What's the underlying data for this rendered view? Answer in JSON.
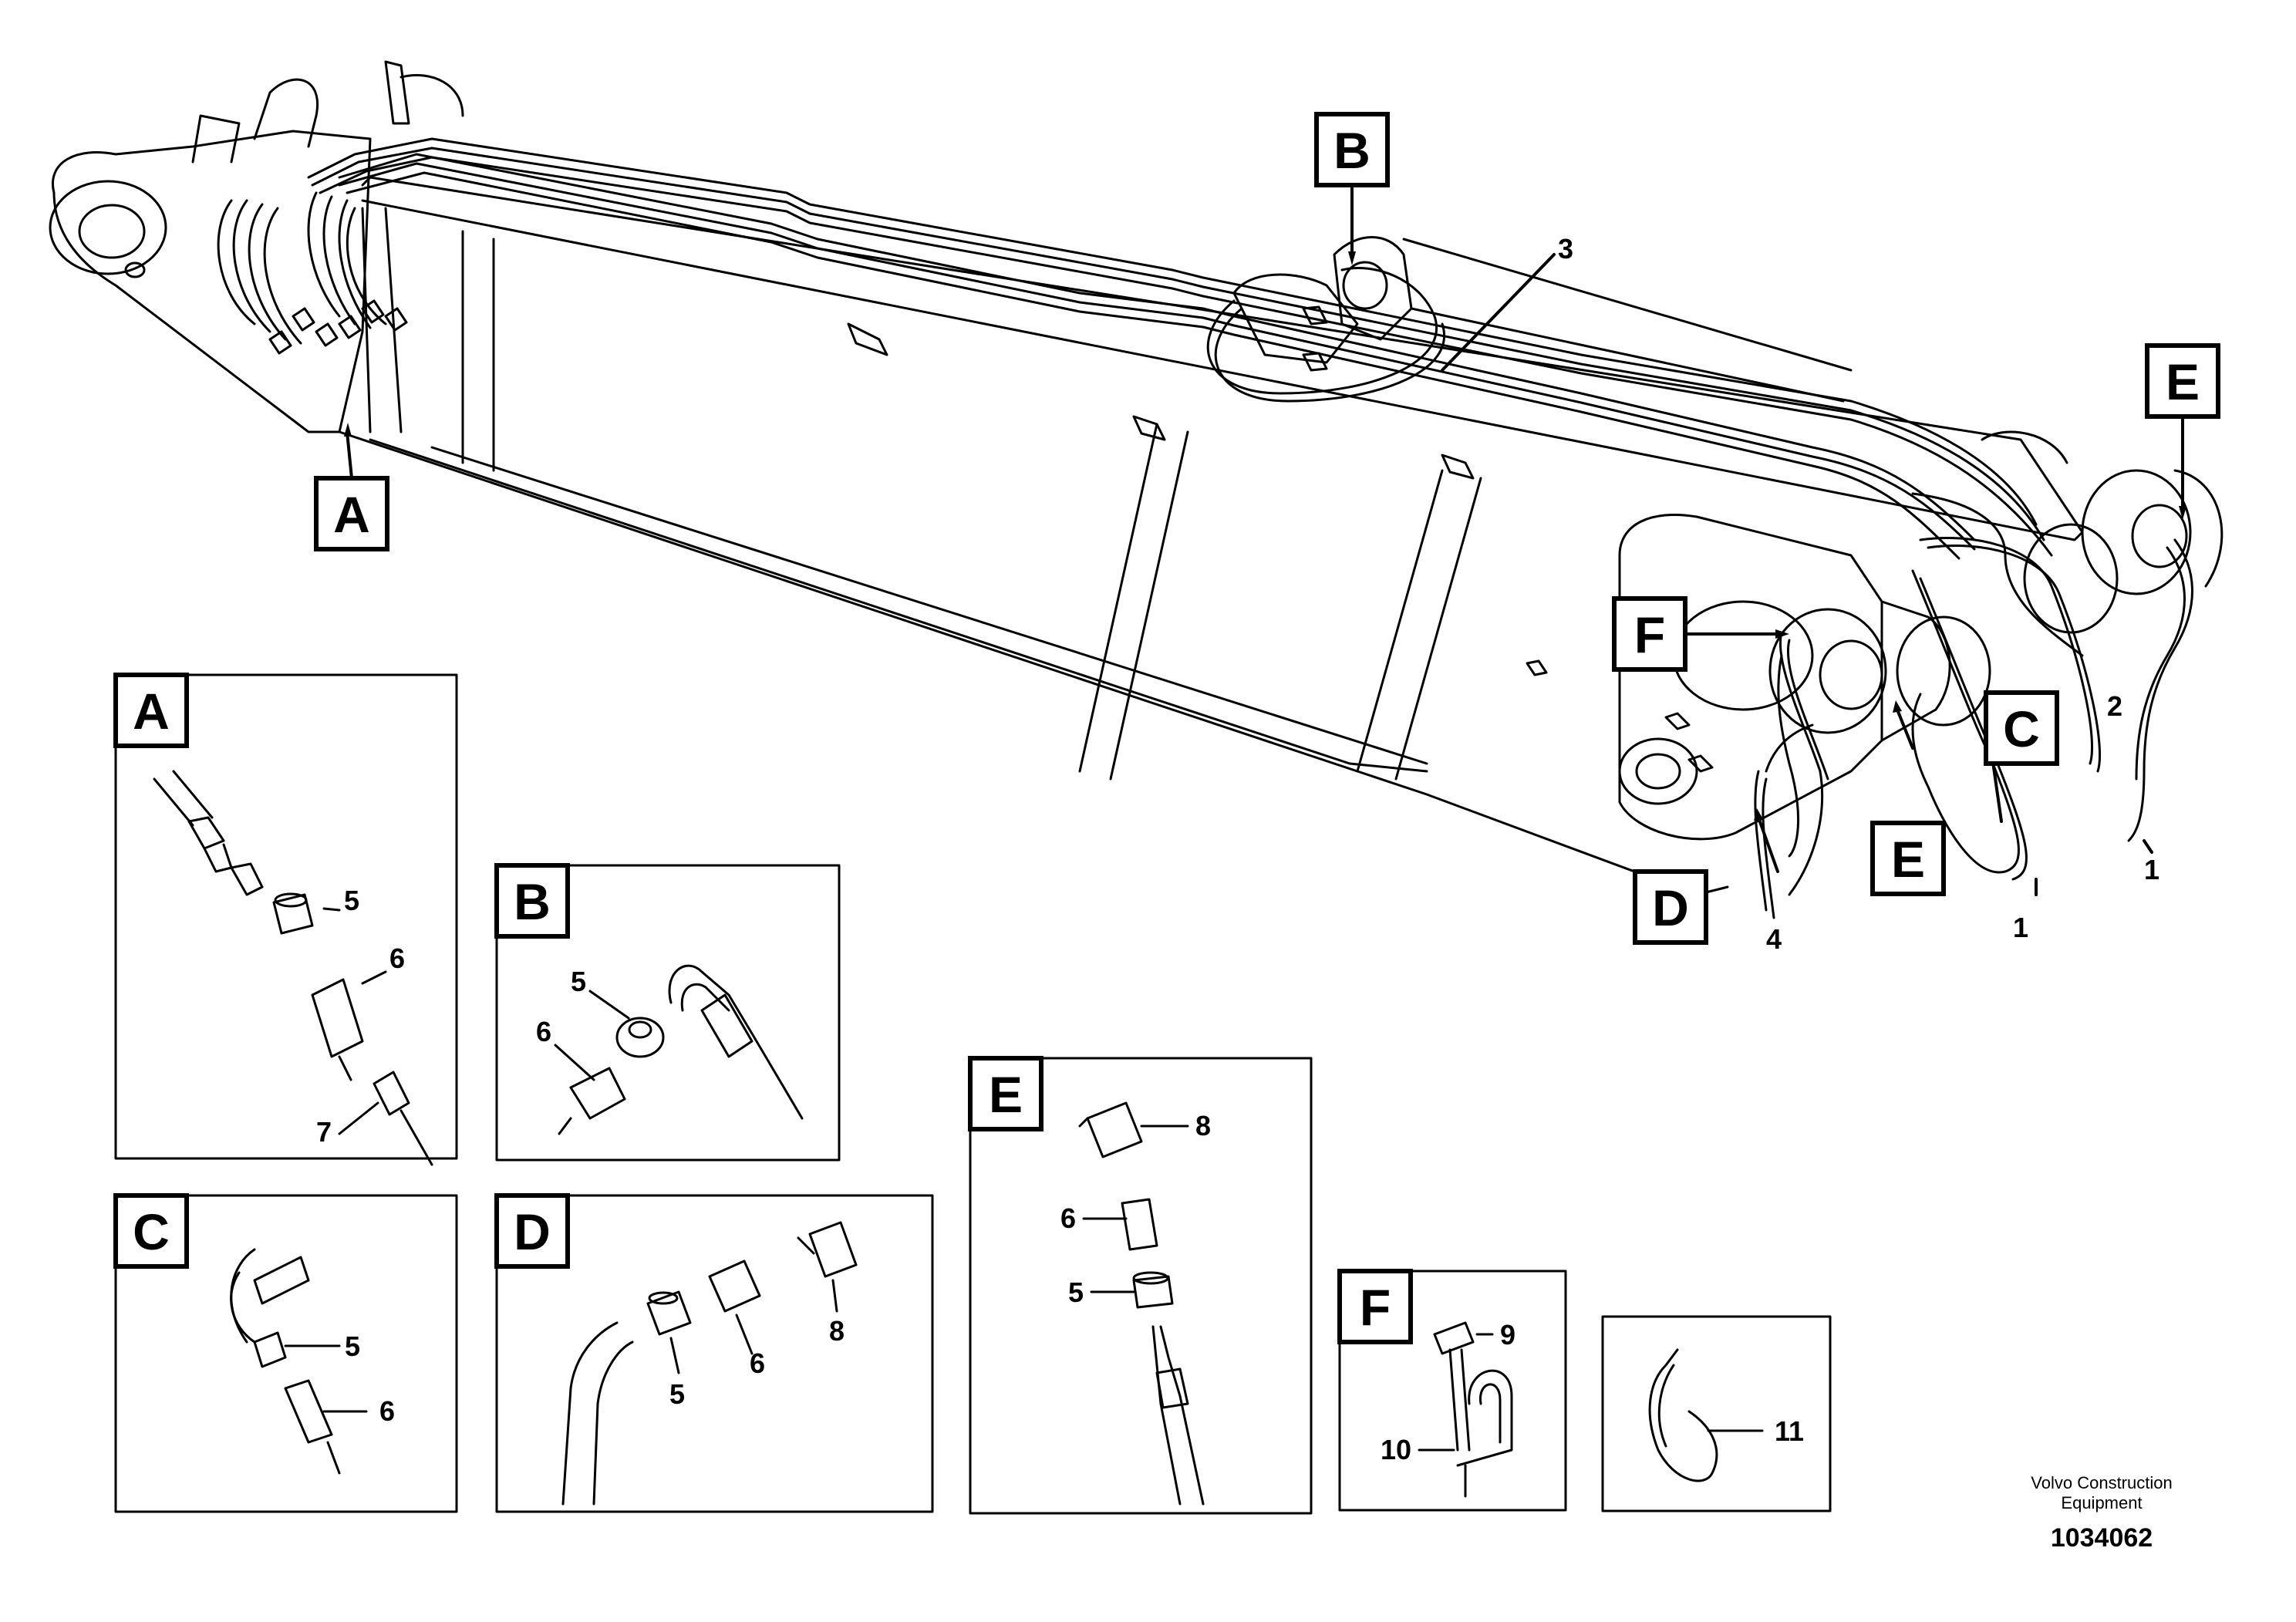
{
  "callouts": {
    "A": "A",
    "B": "B",
    "C": "C",
    "D": "D",
    "E": "E",
    "F": "F",
    "n1": "1",
    "n2": "2",
    "n3": "3",
    "n4": "4",
    "n5": "5",
    "n6": "6",
    "n7": "7",
    "n8": "8",
    "n9": "9",
    "n10": "10",
    "n11": "11"
  },
  "caption": {
    "company_line1": "Volvo Construction",
    "company_line2": "Equipment",
    "document_number": "1034062"
  },
  "icons": [
    "boom-assembly",
    "hydraulic-hose",
    "hose-fitting",
    "nut",
    "nipple",
    "elbow-fitting",
    "clamp-bolt",
    "p-clamp",
    "cable-tie"
  ]
}
